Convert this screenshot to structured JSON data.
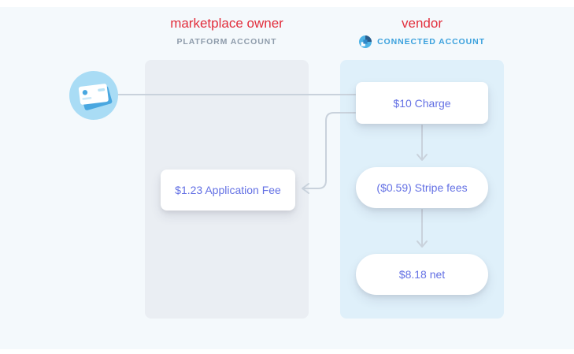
{
  "diagram": {
    "left_column": {
      "title": "marketplace owner",
      "subtitle": "PLATFORM ACCOUNT"
    },
    "right_column": {
      "title": "vendor",
      "subtitle": "CONNECTED ACCOUNT"
    },
    "nodes": {
      "charge": {
        "label": "$10 Charge",
        "amount": 10.0
      },
      "application_fee": {
        "label": "$1.23 Application Fee",
        "amount": 1.23
      },
      "stripe_fees": {
        "label": "($0.59) Stripe fees",
        "amount": -0.59
      },
      "net": {
        "label": "$8.18 net",
        "amount": 8.18
      }
    },
    "flows": [
      {
        "from": "card",
        "to": "charge"
      },
      {
        "from": "charge",
        "to": "application_fee"
      },
      {
        "from": "charge",
        "to": "stripe_fees"
      },
      {
        "from": "stripe_fees",
        "to": "net"
      }
    ]
  },
  "colors": {
    "title_red": "#e22d3b",
    "subtitle_gray": "#8e9cab",
    "connected_blue": "#3ba1dd",
    "node_purple": "#6370e4",
    "connector_gray": "#c9d2dc",
    "platform_panel": "#eaeef3",
    "vendor_panel": "#dff0fa",
    "canvas_background": "#f4f9fc",
    "card_badge_background": "#a9dcf5",
    "card_blue": "#49a7e0"
  }
}
